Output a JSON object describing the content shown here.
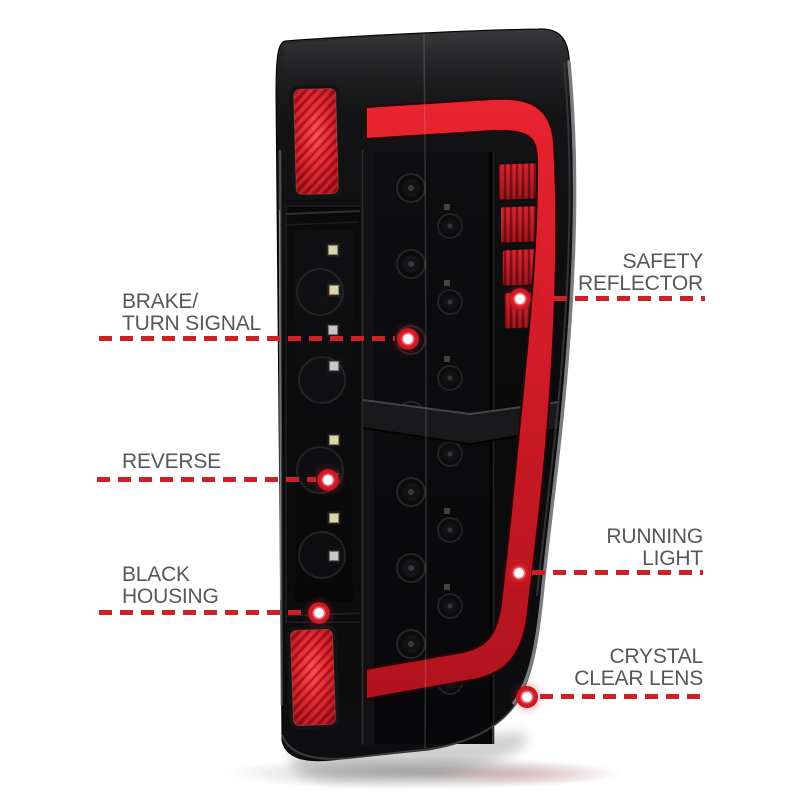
{
  "colors": {
    "background": "#ffffff",
    "accent_red": "#d01b27",
    "callout_line_red": "#cf1f27",
    "label_text_gray": "#55575a",
    "housing_black": "#0b0b0d",
    "lens_edge_gray": "#87888b"
  },
  "icons": {
    "callout_marker": "red-dot-with-white-center"
  },
  "callouts": [
    {
      "id": "brake-turn-signal",
      "side": "left",
      "lines": [
        "BRAKE/",
        "TURN SIGNAL"
      ]
    },
    {
      "id": "reverse",
      "side": "left",
      "lines": [
        "REVERSE"
      ]
    },
    {
      "id": "black-housing",
      "side": "left",
      "lines": [
        "BLACK",
        "HOUSING"
      ]
    },
    {
      "id": "safety-reflector",
      "side": "right",
      "lines": [
        "SAFETY",
        "REFLECTOR"
      ]
    },
    {
      "id": "running-light",
      "side": "right",
      "lines": [
        "RUNNING",
        "LIGHT"
      ]
    },
    {
      "id": "crystal-clear-lens",
      "side": "right",
      "lines": [
        "CRYSTAL",
        "CLEAR LENS"
      ]
    }
  ]
}
